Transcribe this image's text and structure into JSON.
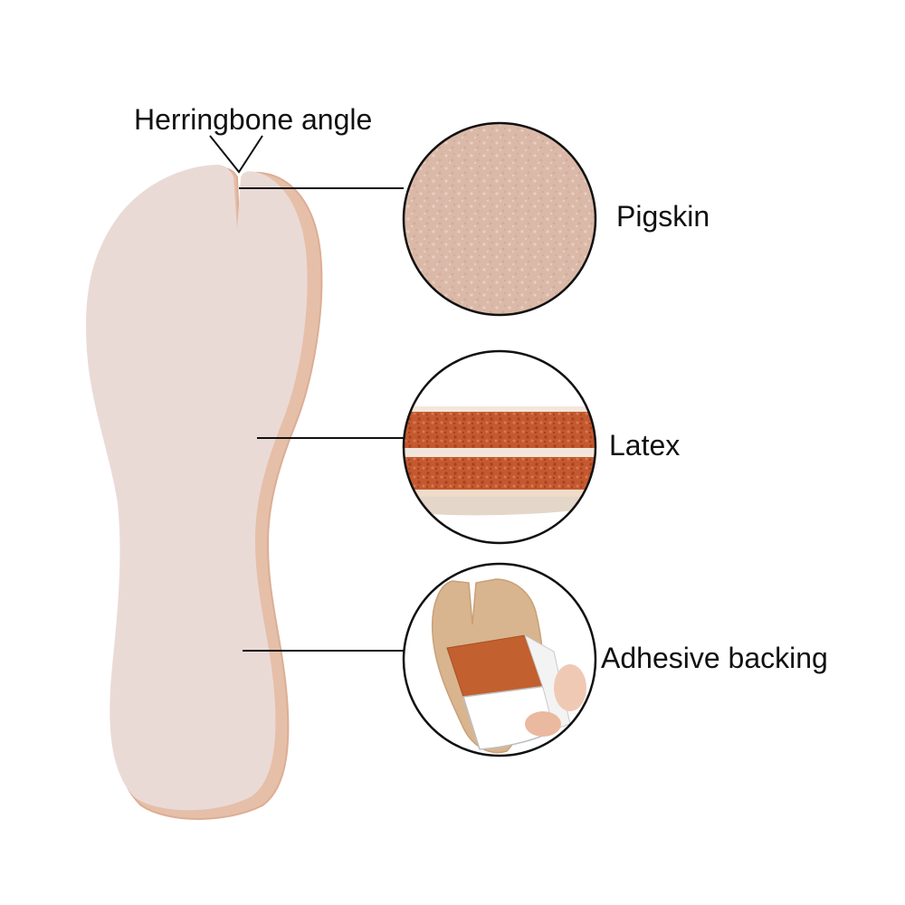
{
  "labels": {
    "herringbone": "Herringbone angle",
    "pigskin": "Pigskin",
    "latex": "Latex",
    "adhesive": "Adhesive backing"
  },
  "colors": {
    "insole_surface": "#ead9d6",
    "insole_edge": "#e8c1ad",
    "pigskin_texture": "#d9b8a6",
    "latex_foam": "#c65f3a",
    "adhesive_pad": "#d8b08a",
    "adhesive_tape": "#c2602f",
    "leader_line": "#111111"
  },
  "icons": [
    "insole-shape",
    "pigskin-circle",
    "latex-circle",
    "adhesive-circle"
  ]
}
